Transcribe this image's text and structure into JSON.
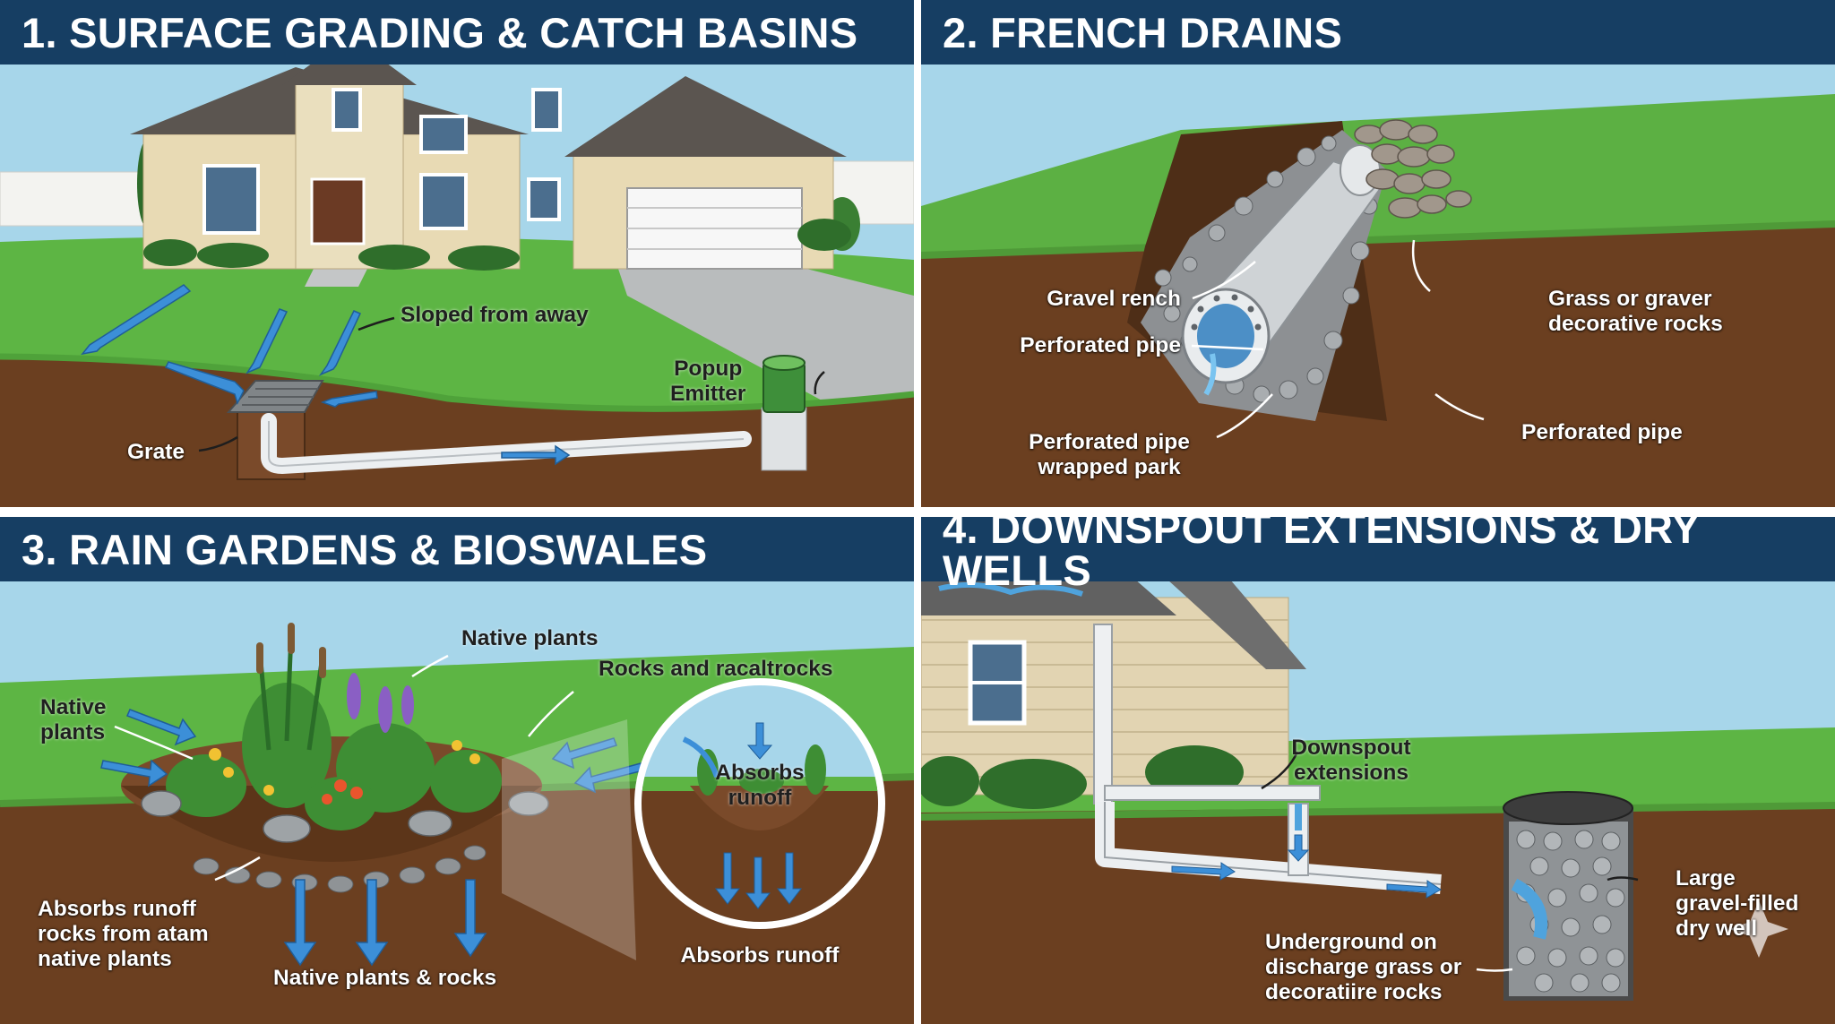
{
  "panels": [
    {
      "title": "1. SURFACE GRADING & CATCH BASINS",
      "labels": {
        "sloped": "Sloped from away",
        "popup_line1": "Popup",
        "popup_line2": "Emitter",
        "grate": "Grate"
      }
    },
    {
      "title": "2. FRENCH DRAINS",
      "labels": {
        "gravel_rench": "Gravel rench",
        "perforated_pipe_left": "Perforated pipe",
        "wrapped_line1": "Perforated pipe",
        "wrapped_line2": "wrapped park",
        "grass_line1": "Grass or graver",
        "grass_line2": "decorative rocks",
        "perforated_pipe_right": "Perforated pipe"
      }
    },
    {
      "title": "3. RAIN GARDENS & BIOSWALES",
      "labels": {
        "native_top": "Native plants",
        "rocks_racal": "Rocks and racaltrocks",
        "native_left_line1": "Native",
        "native_left_line2": "plants",
        "absorbs_left_line1": "Absorbs runoff",
        "absorbs_left_line2": "rocks from atam",
        "absorbs_left_line3": "native plants",
        "native_plants_rocks": "Native plants & rocks",
        "inset_absorbs_line1": "Absorbs",
        "inset_absorbs_line2": "runoff",
        "inset_absorbs_bottom": "Absorbs runoff"
      }
    },
    {
      "title": "4. DOWNSPOUT EXTENSIONS & DRY WELLS",
      "labels": {
        "downspout_line1": "Downspout",
        "downspout_line2": "extensions",
        "large_line1": "Large",
        "large_line2": "gravel-filled",
        "large_line3": "dry well",
        "underground_line1": "Underground on",
        "underground_line2": "discharge grass or",
        "underground_line3": "decoratiire rocks"
      }
    }
  ],
  "colors": {
    "header": "#163e63",
    "sky": "#9fd0e6",
    "grass": "#5db544",
    "soil": "#6b3f20",
    "water_arrow": "#3c8fd8",
    "pipe": "#e9ecef"
  }
}
